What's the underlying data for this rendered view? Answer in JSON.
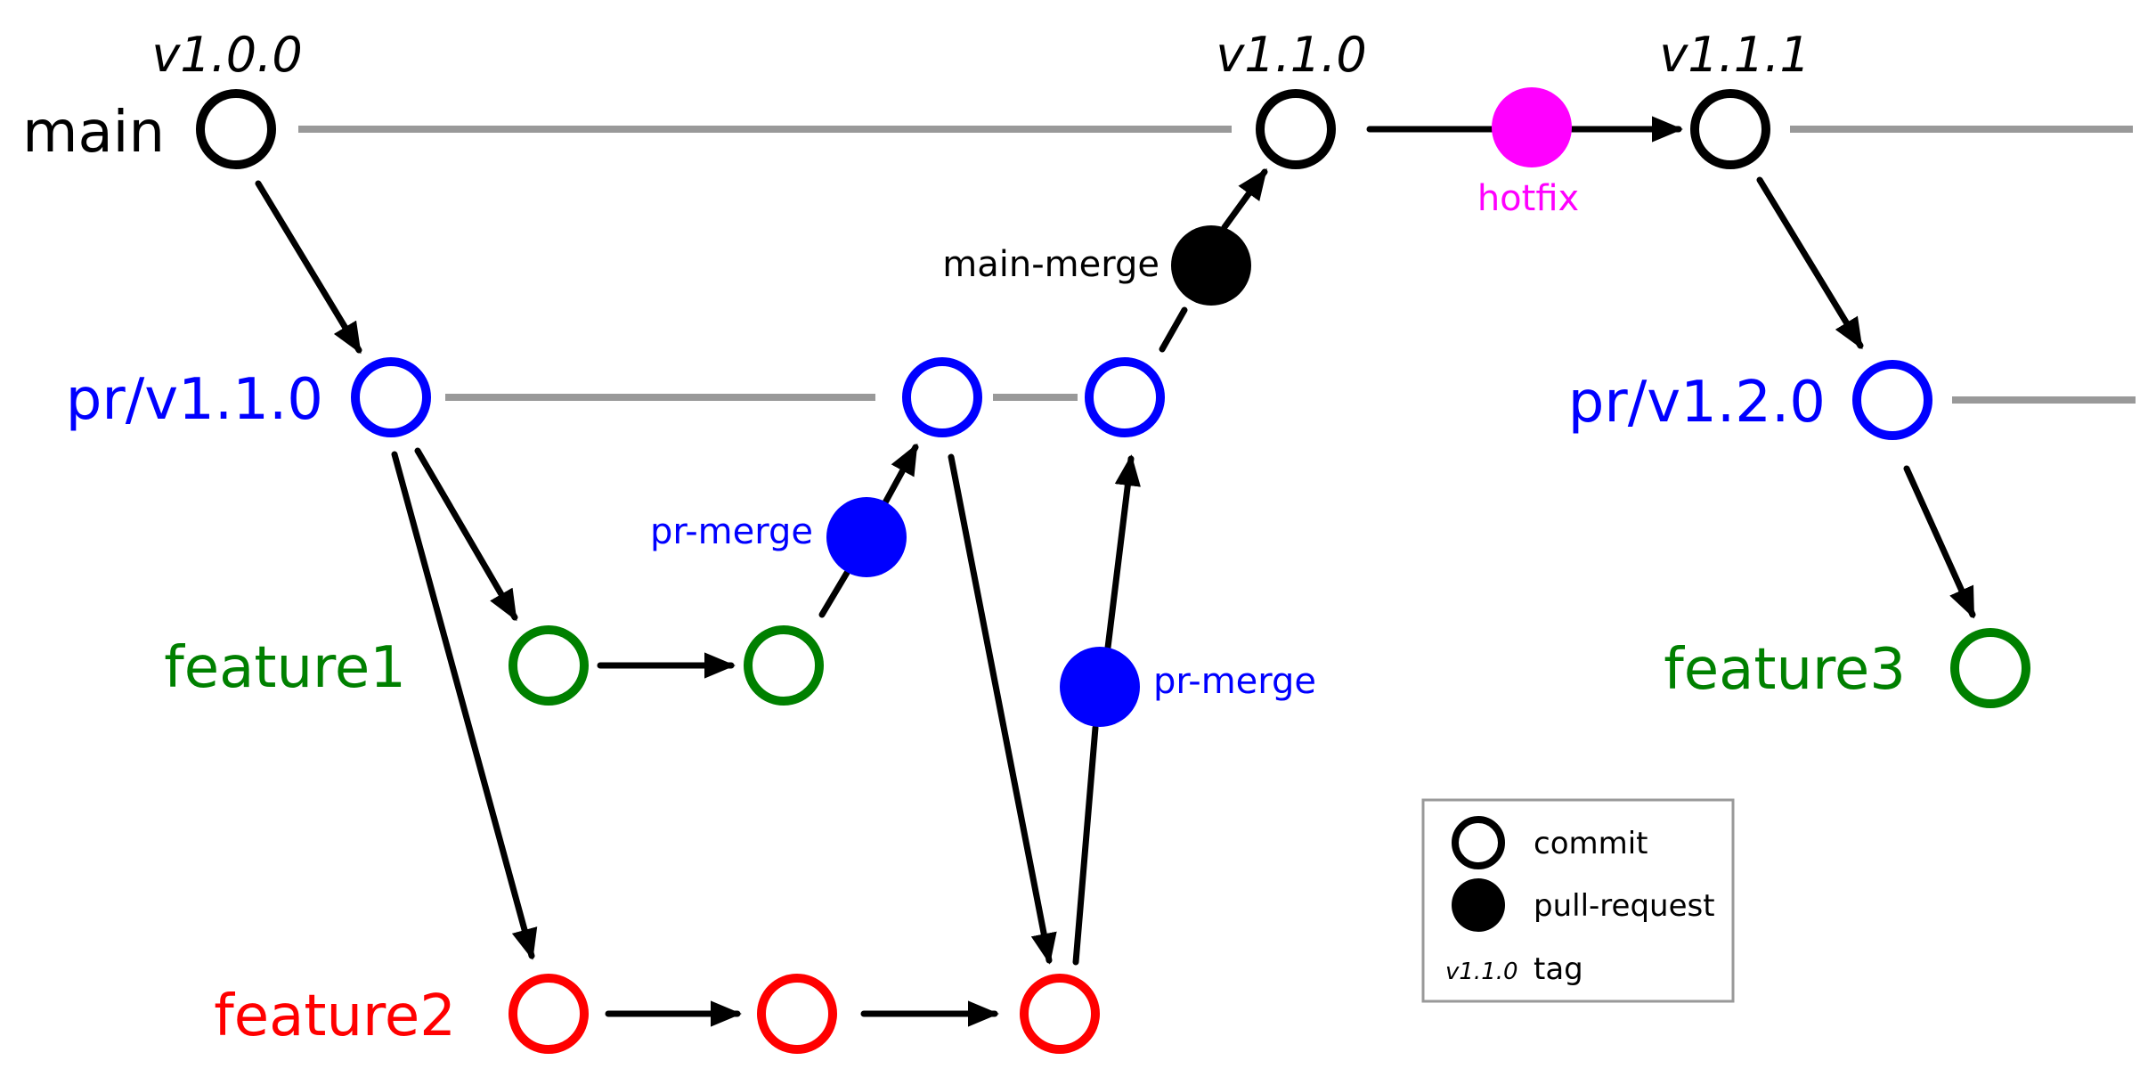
{
  "colors": {
    "main": "#000000",
    "pr": "#0000ff",
    "feature1": "#008000",
    "feature2": "#ff0000",
    "feature3": "#008000",
    "hotfix": "#ff00ff",
    "track": "#999999",
    "legend_border": "#999999"
  },
  "branches": {
    "main": "main",
    "pr_v110": "pr/v1.1.0",
    "feature1": "feature1",
    "feature2": "feature2",
    "pr_v120": "pr/v1.2.0",
    "feature3": "feature3"
  },
  "tags": {
    "v100": "v1.0.0",
    "v110": "v1.1.0",
    "v111": "v1.1.1"
  },
  "pull_requests": {
    "main_merge": "main-merge",
    "hotfix": "hotfix",
    "pr_merge_feature1": "pr-merge",
    "pr_merge_feature2": "pr-merge"
  },
  "legend": {
    "commit": "commit",
    "pull_request": "pull-request",
    "tag_example": "v1.1.0",
    "tag": "tag"
  }
}
